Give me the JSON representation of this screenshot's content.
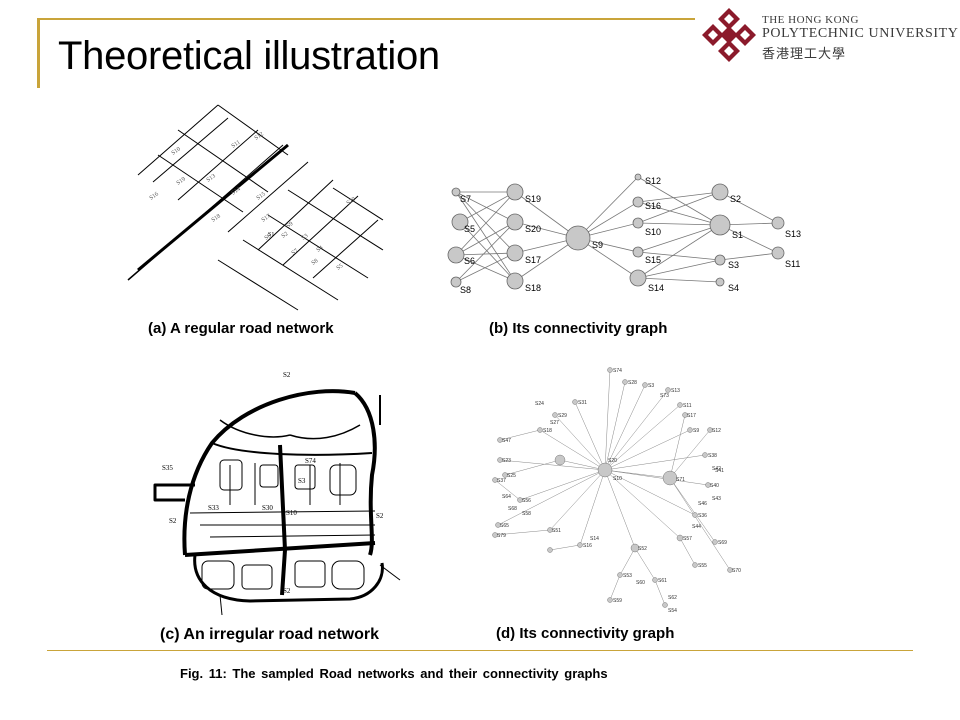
{
  "slide": {
    "title": "Theoretical illustration"
  },
  "logo": {
    "line1": "THE HONG KONG",
    "line2": "POLYTECHNIC UNIVERSITY",
    "line3": "香港理工大學",
    "brand_color": "#8b1a2b"
  },
  "accent_color": "#c9a43a",
  "panels": {
    "a": {
      "caption": "(a) A regular road network",
      "labels": [
        "S10",
        "S11",
        "S12",
        "S13",
        "S14",
        "S15",
        "S16",
        "S17",
        "S18",
        "S19",
        "S20",
        "S1",
        "S2",
        "S3",
        "S4",
        "S5",
        "S6",
        "S7",
        "S8",
        "S9"
      ]
    },
    "b": {
      "caption": "(b) Its connectivity graph",
      "nodes": [
        "S7",
        "S19",
        "S5",
        "S20",
        "S9",
        "S6",
        "S17",
        "S8",
        "S18",
        "S12",
        "S16",
        "S10",
        "S15",
        "S14",
        "S2",
        "S1",
        "S13",
        "S3",
        "S11",
        "S4"
      ]
    },
    "c": {
      "caption": "(c) An irregular road network",
      "labels": [
        "S2",
        "S35",
        "S2",
        "S2",
        "S10",
        "S33",
        "S30",
        "S3",
        "S2",
        "S74"
      ]
    },
    "d": {
      "caption": "(d) Its connectivity graph",
      "labels": [
        "S74",
        "S28",
        "S3",
        "S73",
        "S13",
        "S11",
        "S17",
        "S24",
        "S31",
        "S29",
        "S9",
        "S12",
        "S47",
        "S18",
        "S27",
        "S38",
        "S23",
        "S25",
        "S42",
        "S40",
        "S43",
        "S37",
        "S20",
        "S10",
        "S71",
        "S41",
        "S36",
        "S64",
        "S56",
        "S58",
        "S68",
        "S51",
        "S65",
        "S79",
        "S52",
        "S57",
        "S53",
        "S60",
        "S61",
        "S62",
        "S54",
        "S59",
        "S55",
        "S69",
        "S70",
        "S14",
        "S44",
        "S46",
        "S16"
      ]
    }
  },
  "figure_caption": "Fig. 11: The sampled Road networks and their connectivity graphs"
}
